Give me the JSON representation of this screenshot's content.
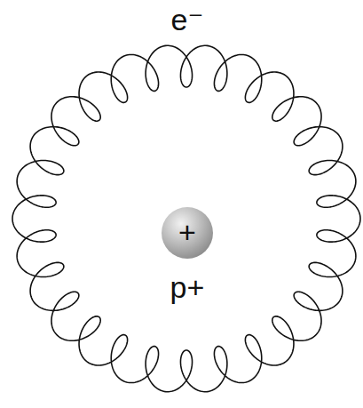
{
  "diagram": {
    "nodes": [
      {
        "text": [
          "+"
        ]
      }
    ],
    "labels": [
      "e⁻",
      "p+"
    ]
  }
}
